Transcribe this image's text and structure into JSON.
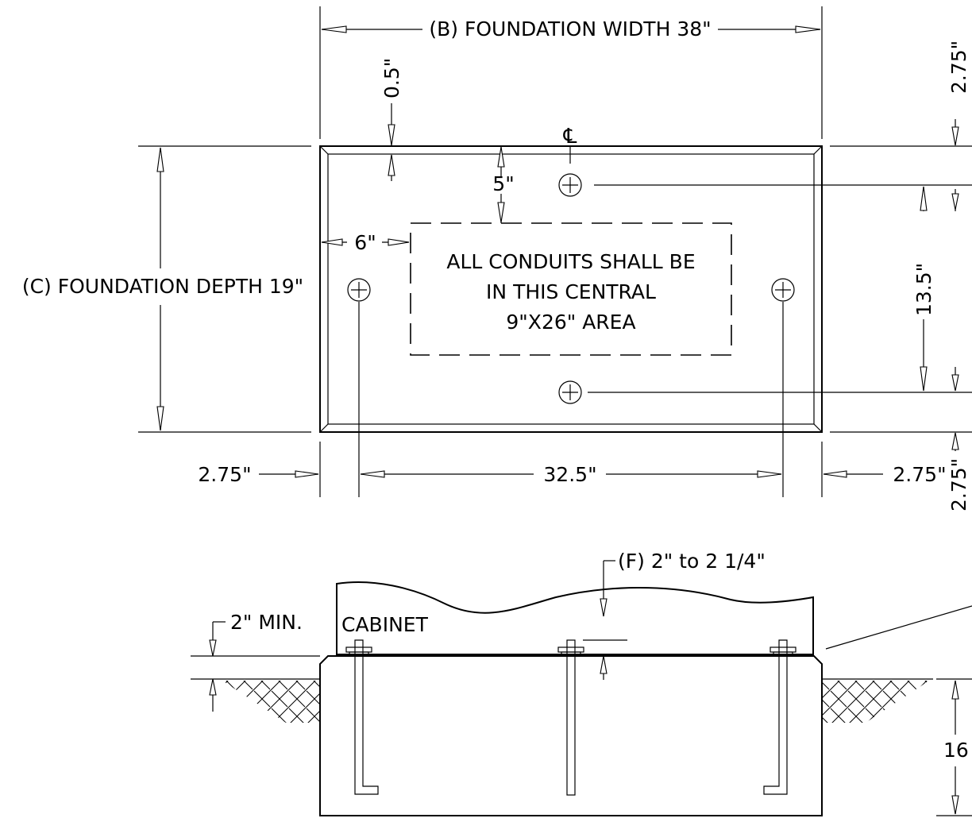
{
  "plan": {
    "width_label": "(B) FOUNDATION WIDTH 38\"",
    "depth_label": "(C) FOUNDATION DEPTH 19\"",
    "chamfer_label": "0.5\"",
    "centerline_symbol": "℄",
    "edge_to_area_label": "5\"",
    "side_to_area_label": "6\"",
    "area_note_line1": "ALL CONDUITS SHALL BE",
    "area_note_line2": "IN THIS CENTRAL",
    "area_note_line3": "9\"X26\" AREA",
    "bolt_spacing_label": "32.5\"",
    "left_offset_label": "2.75\"",
    "right_offset_label": "2.75\"",
    "top_right_offset_label": "2.75\"",
    "bottom_right_offset_label": "2.75\"",
    "vertical_bolt_spacing_label": "13.5\""
  },
  "section": {
    "cabinet_label": "CABINET",
    "min_label": "2\" MIN.",
    "f_label": "(F) 2\" to 2 1/4\"",
    "depth_label_partial": "16"
  }
}
